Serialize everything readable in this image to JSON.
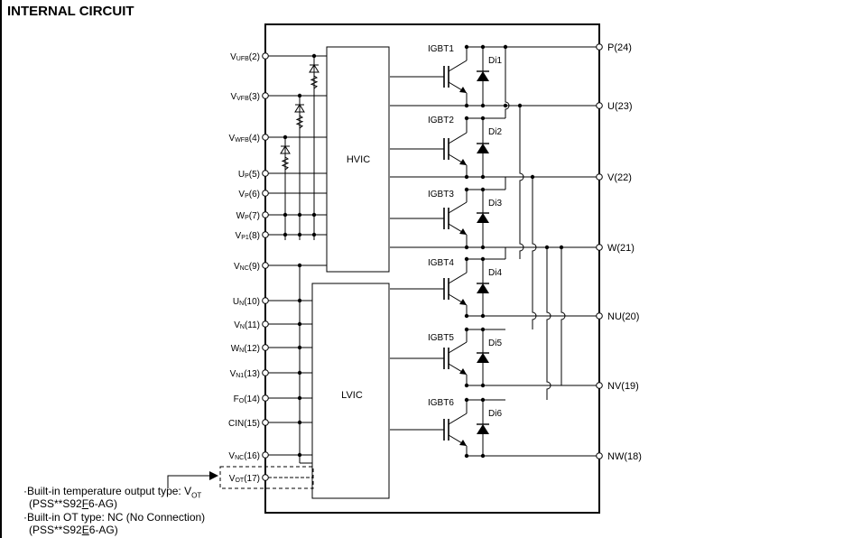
{
  "title": "INTERNAL CIRCUIT",
  "pins_left": [
    {
      "id": "vufb",
      "main": "V",
      "sub": "UFB",
      "num": "(2)"
    },
    {
      "id": "vvfb",
      "main": "V",
      "sub": "VFB",
      "num": "(3)"
    },
    {
      "id": "vwfb",
      "main": "V",
      "sub": "WFB",
      "num": "(4)"
    },
    {
      "id": "up",
      "main": "U",
      "sub": "P",
      "num": "(5)"
    },
    {
      "id": "vp",
      "main": "V",
      "sub": "P",
      "num": "(6)"
    },
    {
      "id": "wp",
      "main": "W",
      "sub": "P",
      "num": "(7)"
    },
    {
      "id": "vp1",
      "main": "V",
      "sub": "P1",
      "num": "(8)"
    },
    {
      "id": "vnc9",
      "main": "V",
      "sub": "NC",
      "num": "(9)"
    },
    {
      "id": "un",
      "main": "U",
      "sub": "N",
      "num": "(10)"
    },
    {
      "id": "vn",
      "main": "V",
      "sub": "N",
      "num": "(11)"
    },
    {
      "id": "wn",
      "main": "W",
      "sub": "N",
      "num": "(12)"
    },
    {
      "id": "vn1",
      "main": "V",
      "sub": "N1",
      "num": "(13)"
    },
    {
      "id": "fo",
      "main": "F",
      "sub": "O",
      "num": "(14)"
    },
    {
      "id": "cin",
      "main": "CIN",
      "sub": "",
      "num": "(15)"
    },
    {
      "id": "vnc16",
      "main": "V",
      "sub": "NC",
      "num": "(16)"
    },
    {
      "id": "vot",
      "main": "V",
      "sub": "OT",
      "num": "(17)"
    }
  ],
  "pins_right": [
    {
      "id": "p",
      "label": "P(24)"
    },
    {
      "id": "u",
      "label": "U(23)"
    },
    {
      "id": "v",
      "label": "V(22)"
    },
    {
      "id": "w",
      "label": "W(21)"
    },
    {
      "id": "nu",
      "label": "NU(20)"
    },
    {
      "id": "nv",
      "label": "NV(19)"
    },
    {
      "id": "nw",
      "label": "NW(18)"
    }
  ],
  "ic_hvic": "HVIC",
  "ic_lvic": "LVIC",
  "igbt_labels": [
    "IGBT1",
    "IGBT2",
    "IGBT3",
    "IGBT4",
    "IGBT5",
    "IGBT6"
  ],
  "diode_labels": [
    "Di1",
    "Di2",
    "Di3",
    "Di4",
    "Di5",
    "Di6"
  ],
  "notes": {
    "line1_prefix": "·Built-in temperature output type: V",
    "line1_sub": "OT",
    "line2_prefix": "(PSS**S92",
    "line2_emph": "F",
    "line2_suffix": "6-AG)",
    "line3": "·Built-in OT type: NC (No Connection)",
    "line4_prefix": "(PSS**S92",
    "line4_emph": "E",
    "line4_suffix": "6-AG)"
  }
}
